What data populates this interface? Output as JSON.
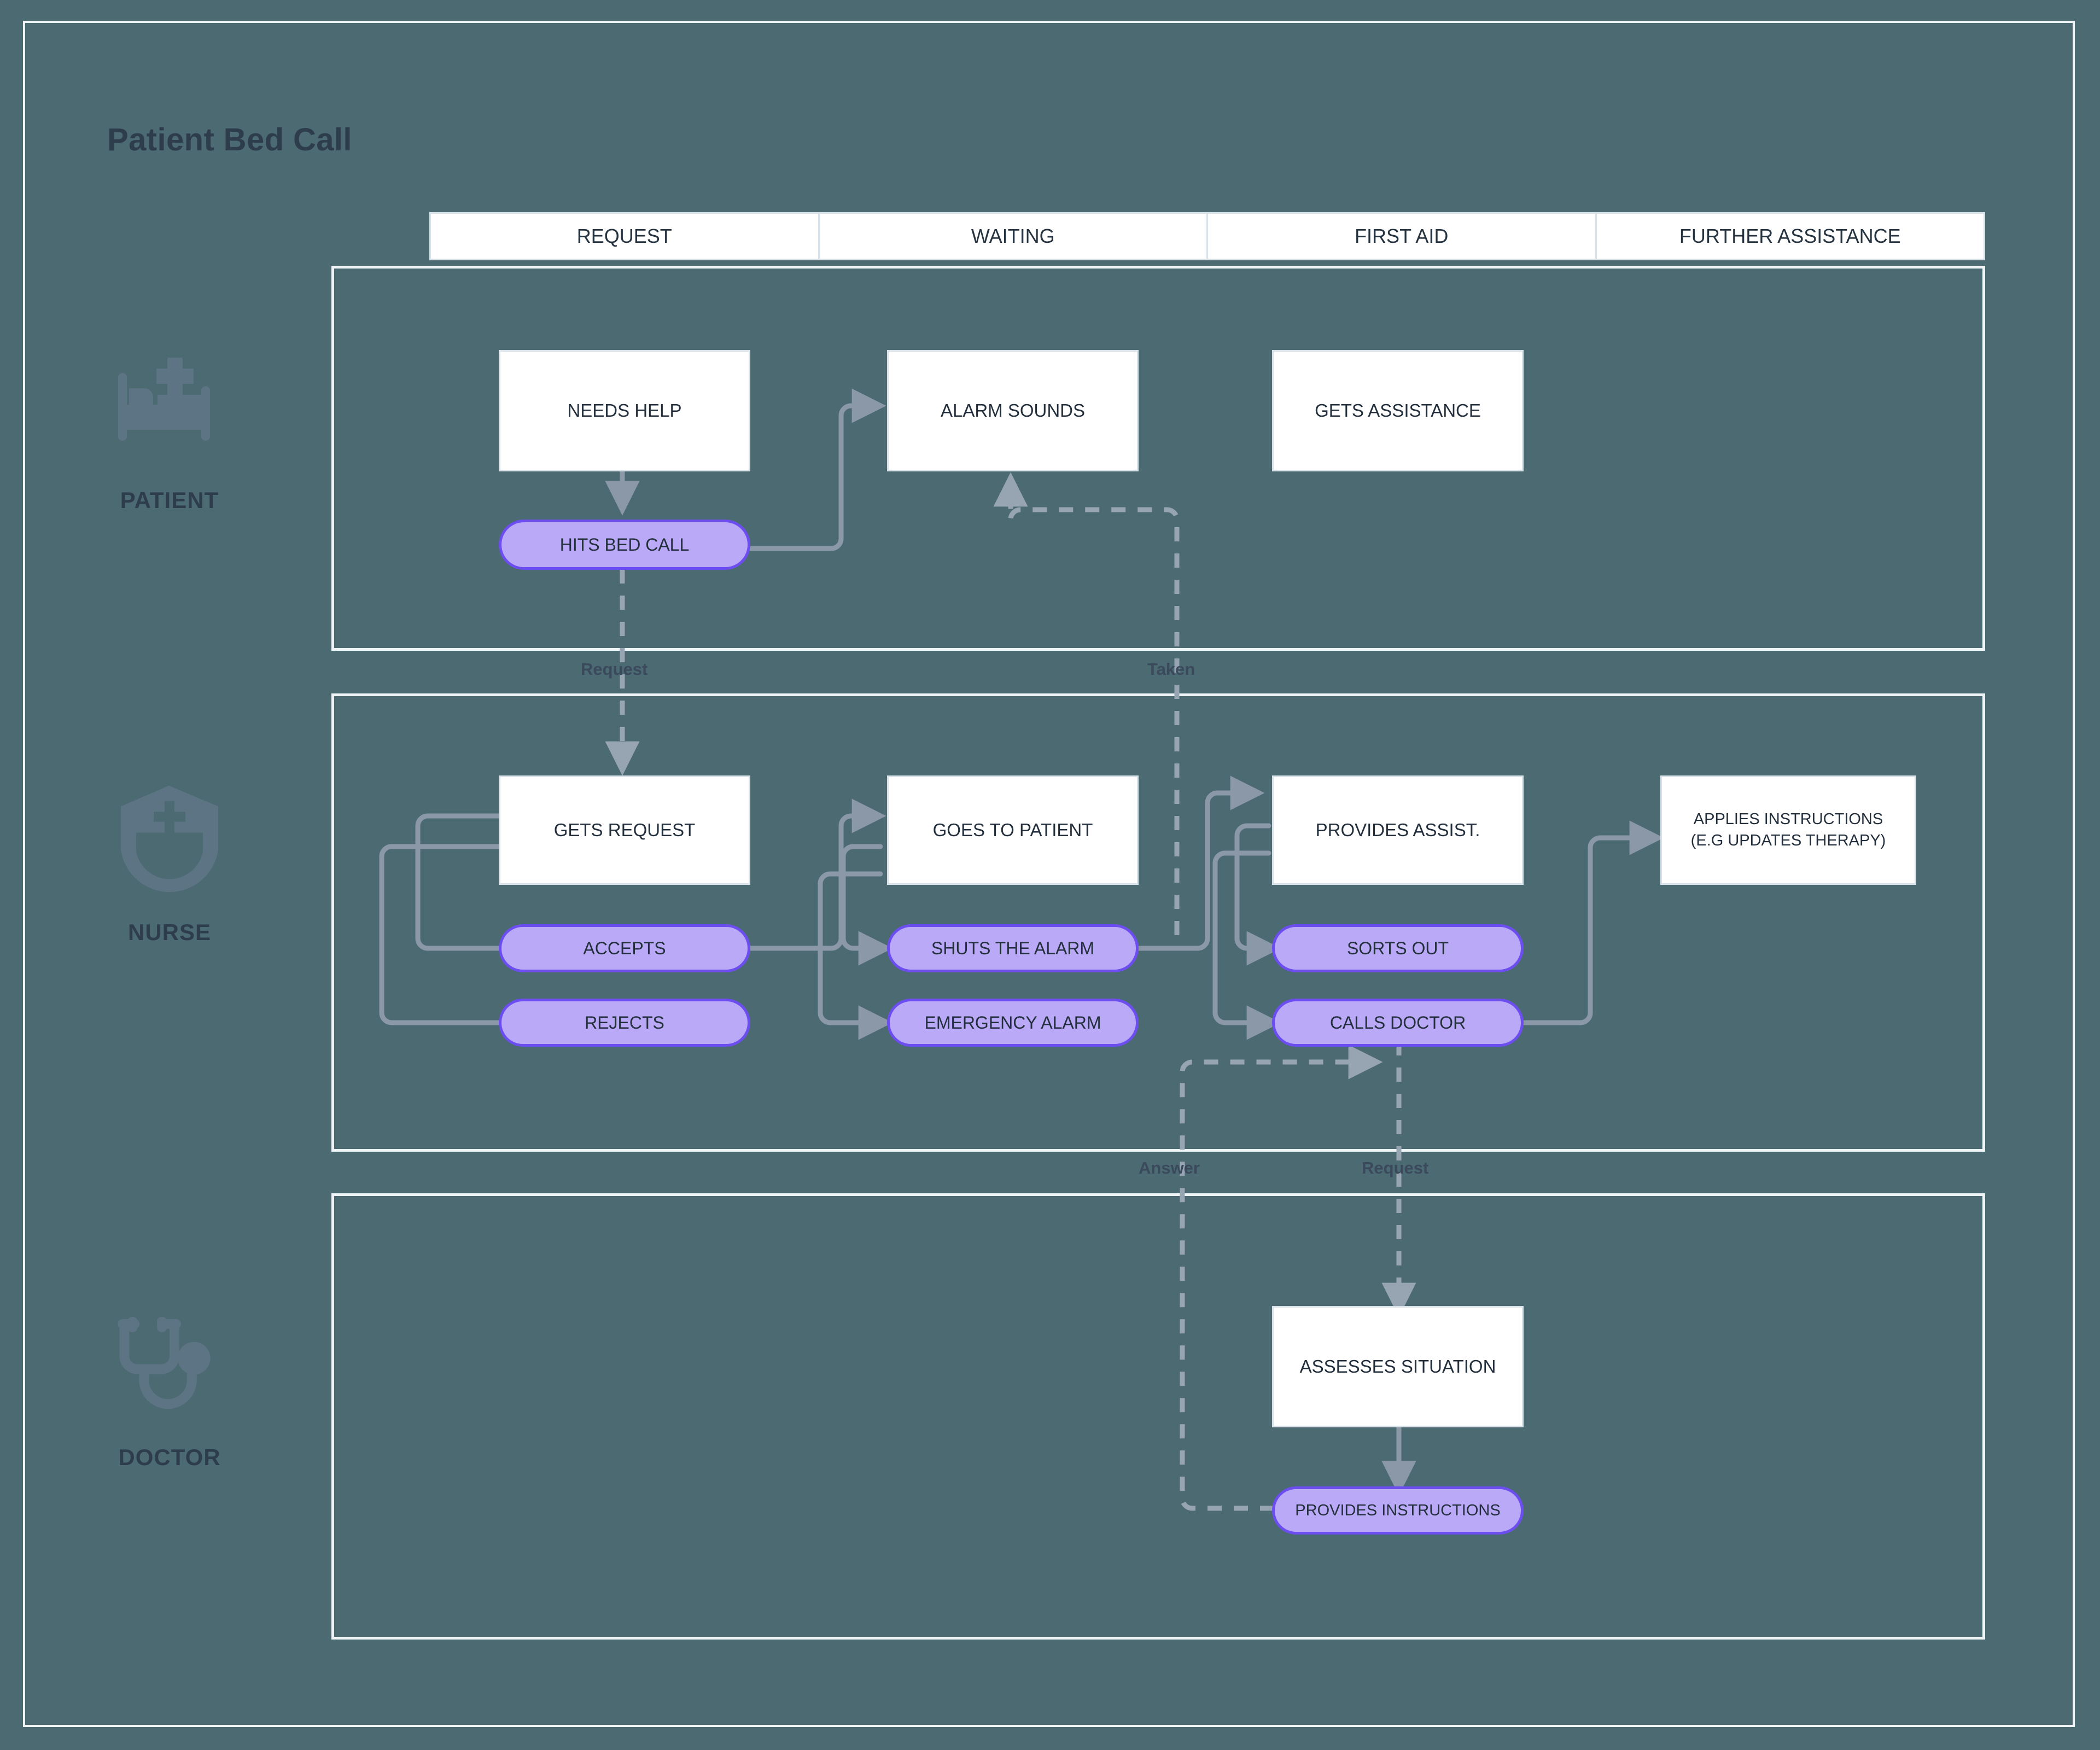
{
  "diagram": {
    "title": "Patient Bed Call",
    "background_color": "#4c6a72",
    "frame_color": "#eef3f6",
    "accent_pill_fill": "#b9a9f7",
    "accent_pill_border": "#6c4ef0",
    "node_fill": "#ffffff",
    "connector_color": "#8a98a8"
  },
  "phases": [
    {
      "label": "REQUEST"
    },
    {
      "label": "WAITING"
    },
    {
      "label": "FIRST AID"
    },
    {
      "label": "FURTHER ASSISTANCE"
    }
  ],
  "lanes": [
    {
      "id": "patient",
      "label": "PATIENT",
      "icon": "hospital-bed-icon"
    },
    {
      "id": "nurse",
      "label": "NURSE",
      "icon": "nurse-cap-icon"
    },
    {
      "id": "doctor",
      "label": "DOCTOR",
      "icon": "stethoscope-icon"
    }
  ],
  "nodes": {
    "patient": {
      "needs_help": "NEEDS HELP",
      "hits_bed_call": "HITS BED CALL",
      "alarm_sounds": "ALARM SOUNDS",
      "gets_assistance": "GETS ASSISTANCE"
    },
    "nurse": {
      "gets_request": "GETS REQUEST",
      "accepts": "ACCEPTS",
      "rejects": "REJECTS",
      "goes_to_patient": "GOES TO PATIENT",
      "shuts_the_alarm": "SHUTS THE ALARM",
      "emergency_alarm": "EMERGENCY ALARM",
      "provides_assist": "PROVIDES ASSIST.",
      "sorts_out": "SORTS OUT",
      "calls_doctor": "CALLS DOCTOR",
      "applies_instructions_line1": "APPLIES INSTRUCTIONS",
      "applies_instructions_line2": "(E.G UPDATES THERAPY)"
    },
    "doctor": {
      "assesses_situation": "ASSESSES SITUATION",
      "provides_instructions": "PROVIDES INSTRUCTIONS"
    }
  },
  "edge_labels": {
    "request_patient_to_nurse": "Request",
    "taken_nurse_to_patient": "Taken",
    "answer_doctor_to_nurse": "Answer",
    "request_nurse_to_doctor": "Request"
  }
}
